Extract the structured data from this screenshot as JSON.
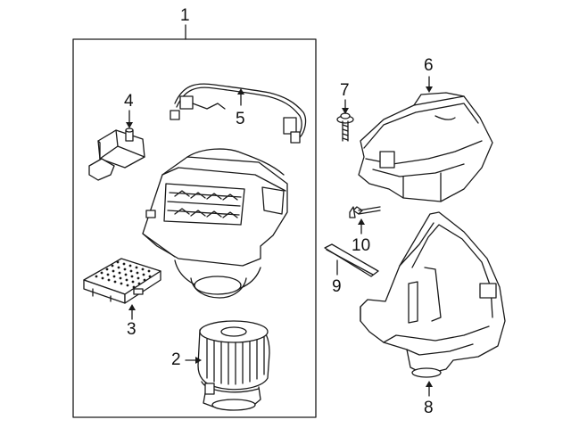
{
  "callouts": {
    "c1": "1",
    "c2": "2",
    "c3": "3",
    "c4": "4",
    "c5": "5",
    "c6": "6",
    "c7": "7",
    "c8": "8",
    "c9": "9",
    "c10": "10"
  },
  "colors": {
    "line": "#1a1a1a",
    "fill": "#ffffff"
  }
}
